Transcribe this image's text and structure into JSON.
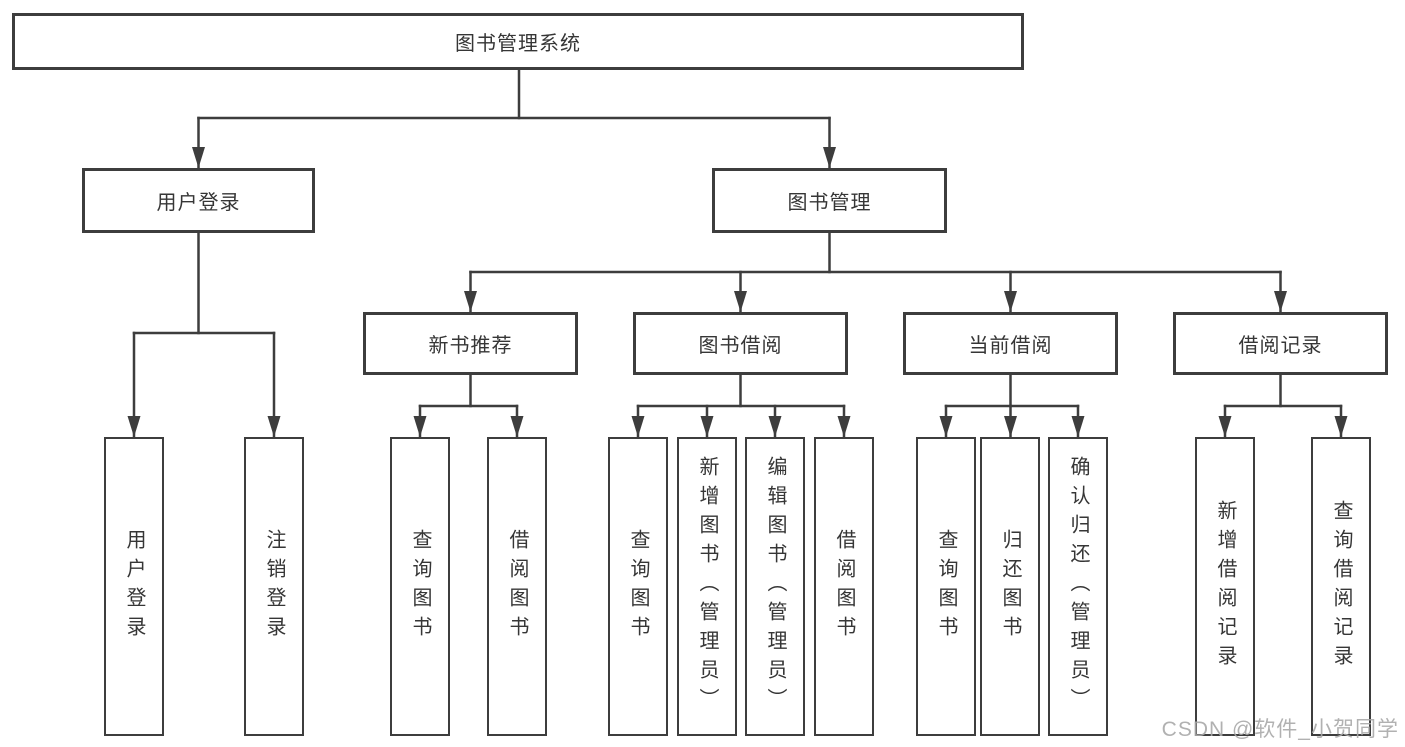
{
  "nodes": {
    "root": "图书管理系统",
    "userLogin": "用户登录",
    "bookMgmt": "图书管理",
    "loginLeaf": "用户登录",
    "logoutLeaf": "注销登录",
    "newBookRec": "新书推荐",
    "bookBorrow": "图书借阅",
    "currentBorrow": "当前借阅",
    "borrowRecord": "借阅记录",
    "queryBook1": "查询图书",
    "borrowBook1": "借阅图书",
    "queryBook2": "查询图书",
    "addBook": "新增图书（管理员）",
    "editBook": "编辑图书（管理员）",
    "borrowBook2": "借阅图书",
    "queryBook3": "查询图书",
    "returnBook": "归还图书",
    "confirmReturn": "确认归还（管理员）",
    "addBorrowRec": "新增借阅记录",
    "queryBorrowRec": "查询借阅记录"
  },
  "watermark": "CSDN @软件_小贺同学",
  "colors": {
    "line": "#3d3d3d",
    "text": "#363636",
    "box_fill": "#ffffff",
    "watermark": "#a8a8a8",
    "background": "#ffffff"
  }
}
